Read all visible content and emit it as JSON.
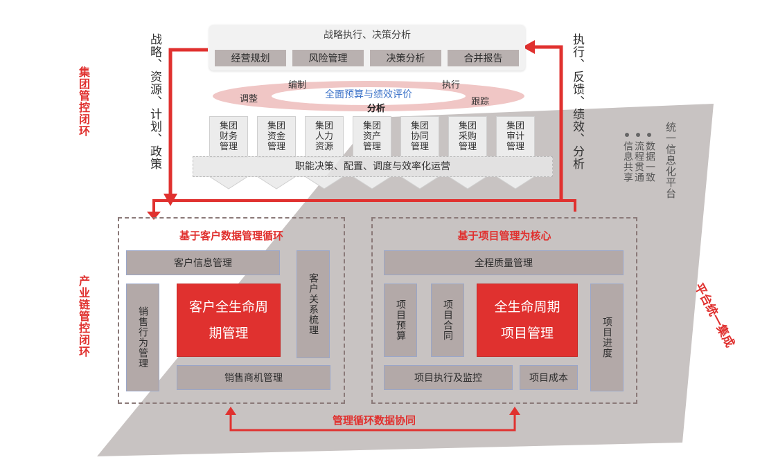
{
  "strategy": {
    "title": "战略执行、决策分析",
    "items": [
      "经营规划",
      "风险管理",
      "决策分析",
      "合并报告"
    ]
  },
  "cycle": {
    "center": "全面预算与绩效评价",
    "labels": {
      "bianzhi": "编制",
      "zhixing": "执行",
      "tiaozheng": "调整",
      "genzong": "跟踪",
      "fenxi": "分析"
    }
  },
  "departments": [
    [
      "集团",
      "财务",
      "管理"
    ],
    [
      "集团",
      "资金",
      "管理"
    ],
    [
      "集团",
      "人力",
      "资源"
    ],
    [
      "集团",
      "资产",
      "管理"
    ],
    [
      "集团",
      "协同",
      "管理"
    ],
    [
      "集团",
      "采购",
      "管理"
    ],
    [
      "集团",
      "审计",
      "管理"
    ]
  ],
  "functional_bar": "职能决策、配置、调度与效率化运营",
  "left_side_text": "战略、资源、计划、政策",
  "right_side_text": "执行、反馈、绩效、分析",
  "left_labels": {
    "group_loop": "集团管控闭环",
    "industry_loop": "产业链管控闭环"
  },
  "platform": {
    "title": "统一信息化平台",
    "bullets": [
      "数据一致",
      "流程贯通",
      "信息共享"
    ],
    "integration": "平台统一集成"
  },
  "customer_section": {
    "title": "基于客户数据管理循环",
    "info": "客户信息管理",
    "relation": "客户关系梳理",
    "sales_behavior": "销售行为管理",
    "core": "客户全生命周期管理",
    "opportunity": "销售商机管理"
  },
  "project_section": {
    "title": "基于项目管理为核心",
    "quality": "全程质量管理",
    "budget": "项目预算",
    "contract": "项目合同",
    "core": "全生命周期项目管理",
    "progress": "项目进度",
    "execution": "项目执行及监控",
    "cost": "项目成本"
  },
  "bottom_label": "管理循环数据协同",
  "colors": {
    "accent_red": "#e0312f",
    "gray_box": "#b3a9a8",
    "platform_gray": "#c8c3c2"
  }
}
